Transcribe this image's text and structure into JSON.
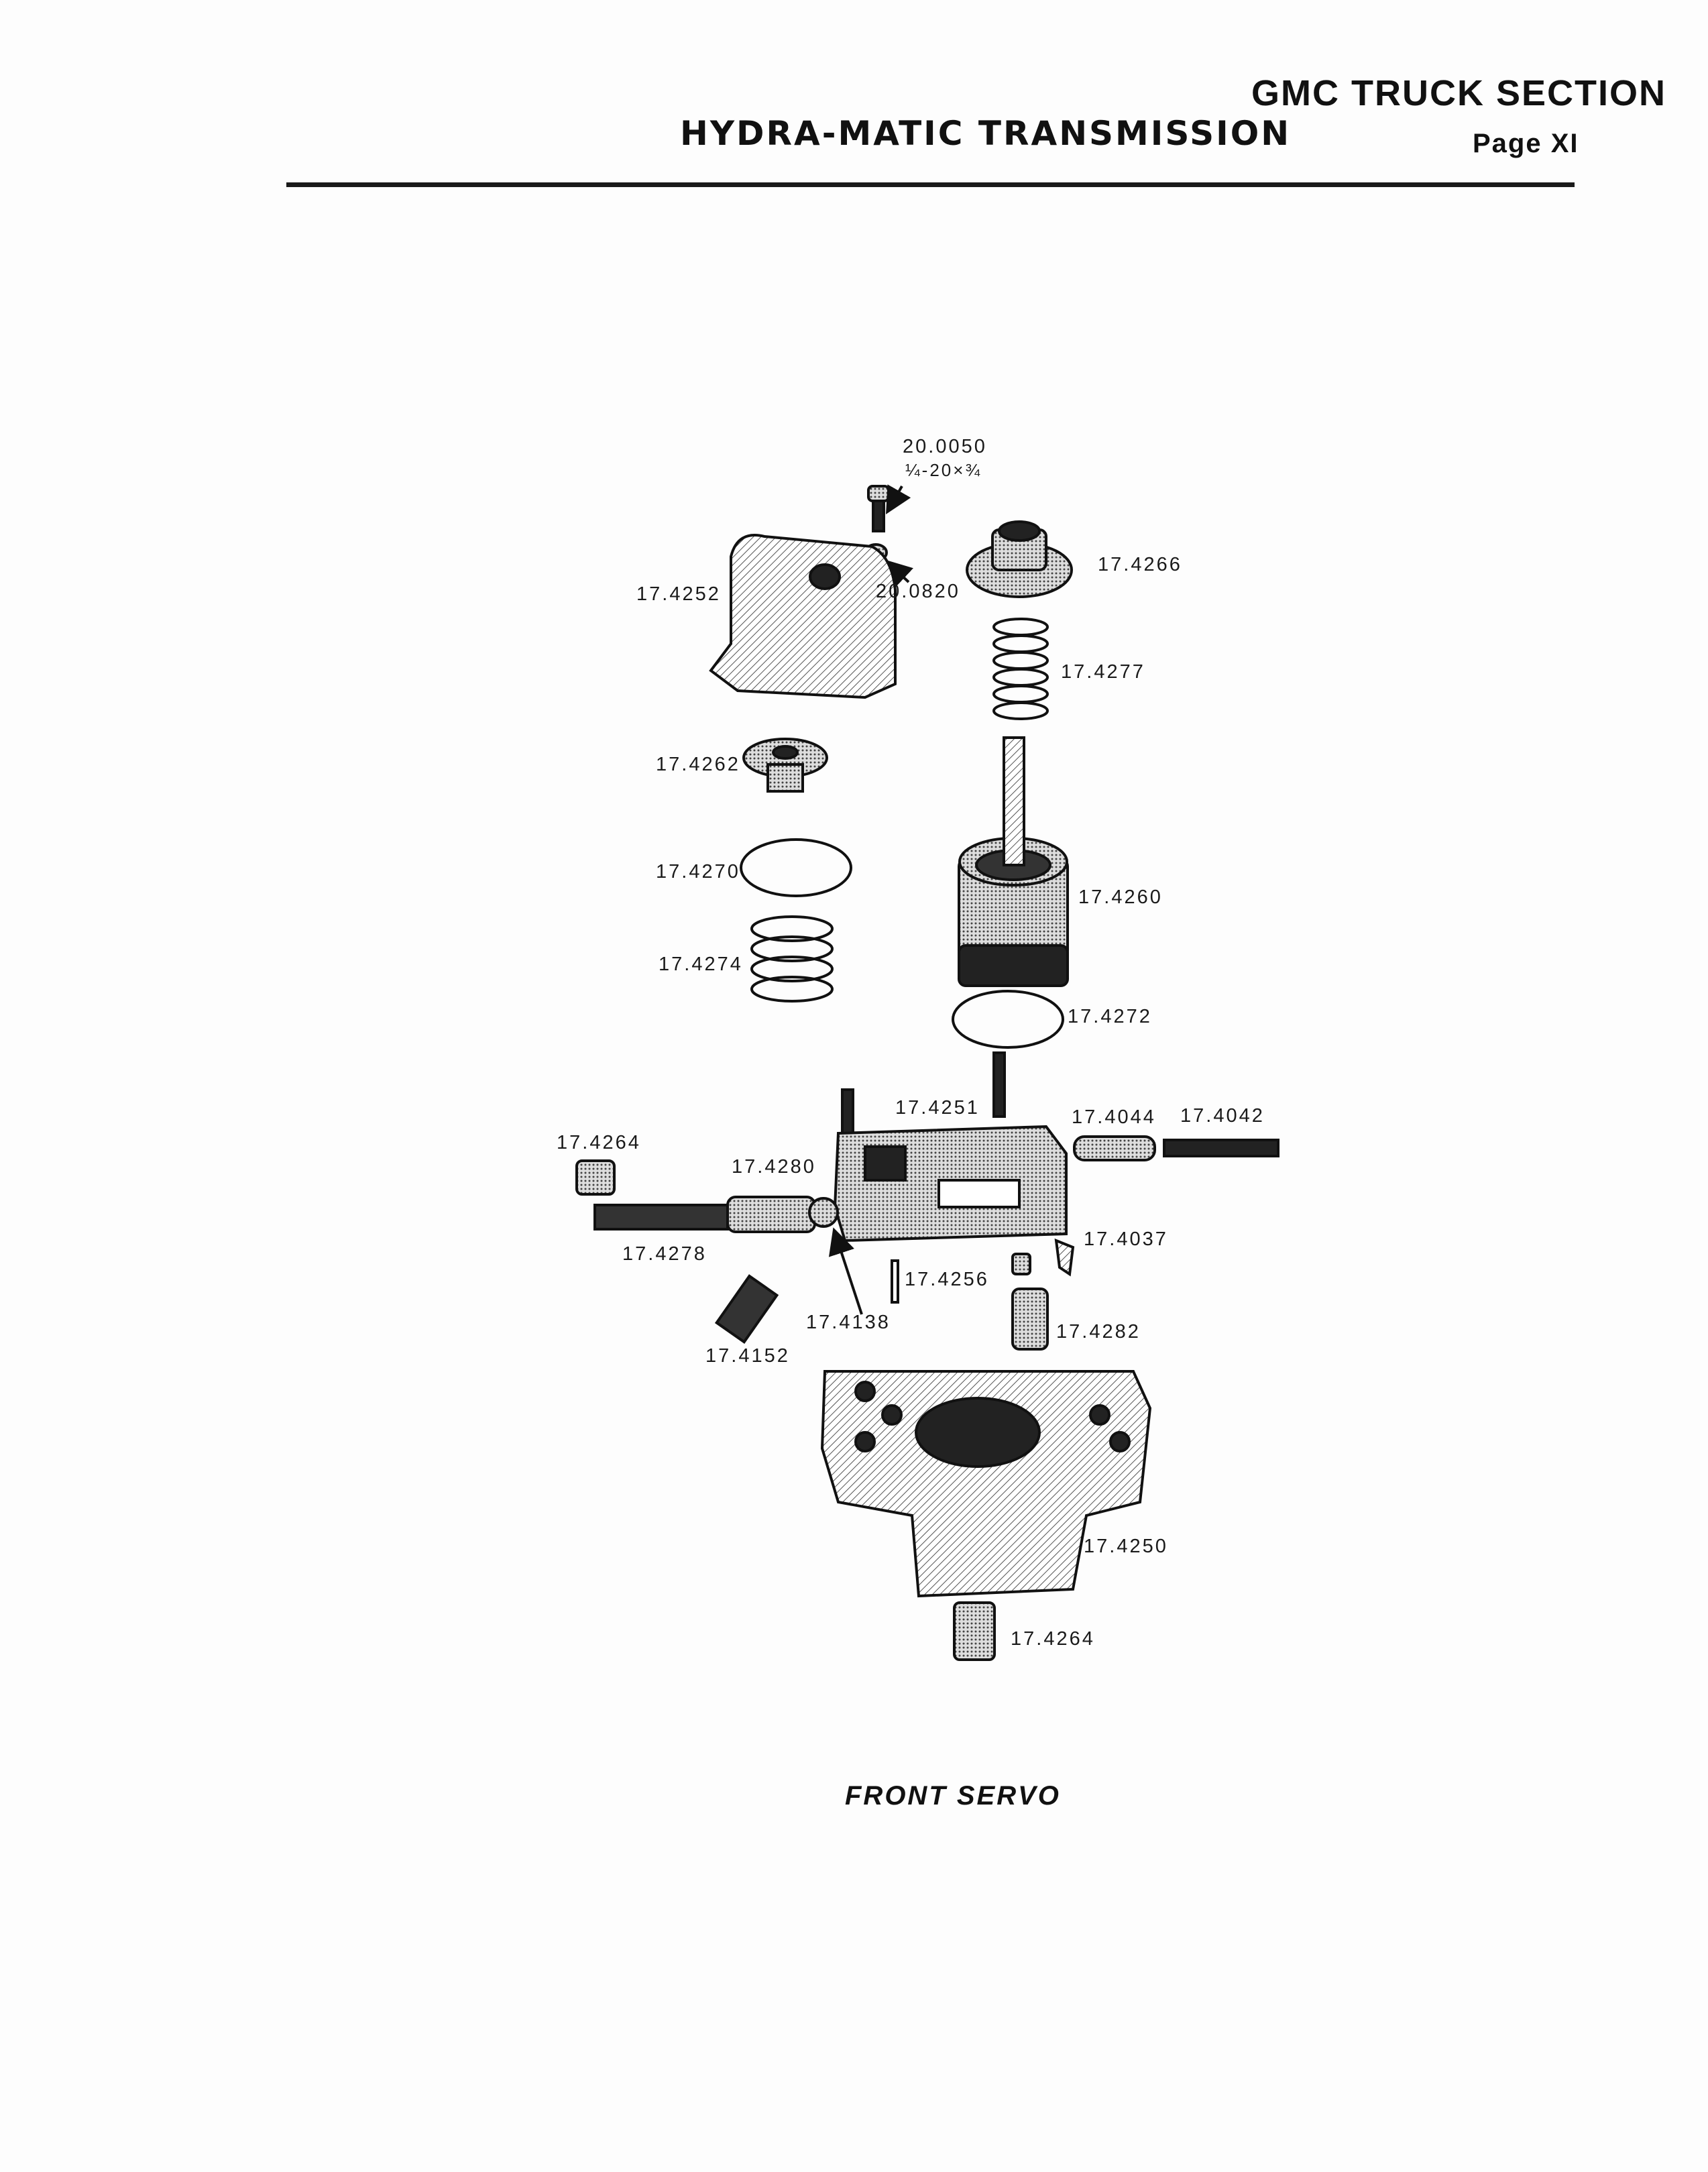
{
  "header": {
    "section": "GMC TRUCK SECTION",
    "title": "HYDRA-MATIC TRANSMISSION",
    "page": "Page XI"
  },
  "parts": {
    "bolt": "20.0050",
    "bolt_size": "¼-20×¾",
    "washer": "20.0820",
    "cover": "17.4252",
    "cup": "17.4266",
    "spring_outer": "17.4277",
    "piston_small": "17.4262",
    "ring_small": "17.4270",
    "piston_large": "17.4260",
    "spring_inner": "17.4274",
    "ring_large": "17.4272",
    "valve_body": "17.4251",
    "sleeve": "17.4044",
    "sleeve_spring": "17.4042",
    "plug_left": "17.4264",
    "valve": "17.4280",
    "valve_spring": "17.4278",
    "clip": "17.4037",
    "pin": "17.4256",
    "ball": "17.4138",
    "check_valve": "17.4282",
    "ball_spring": "17.4152",
    "servo_body": "17.4250",
    "plug_bottom": "17.4264"
  },
  "caption": "FRONT SERVO"
}
